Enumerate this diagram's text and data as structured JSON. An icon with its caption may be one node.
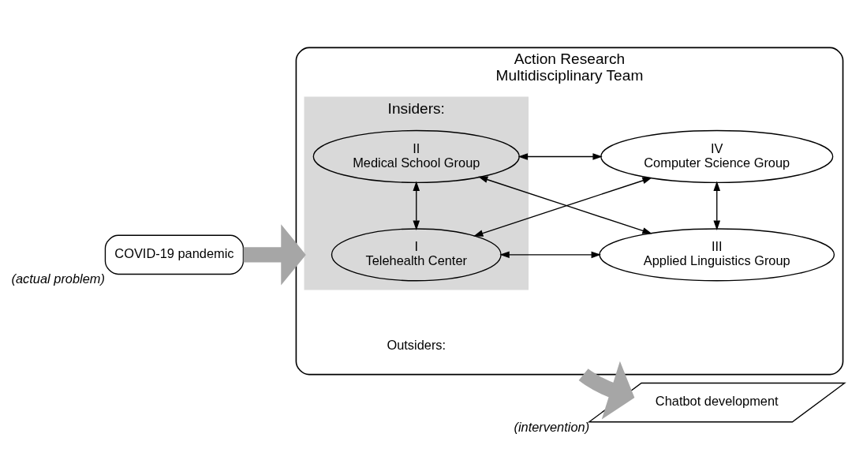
{
  "diagram": {
    "nodes": [
      {
        "text": [
          "COVID-19 pandemic"
        ],
        "beside": [
          "(actual problem)"
        ]
      },
      {
        "text": [
          "Action Research",
          "Multidisciplinary Team"
        ]
      },
      {
        "text": [
          "Insiders:"
        ],
        "in": 1
      },
      {
        "text": [
          "I",
          "Telehealth Center"
        ],
        "in": 2
      },
      {
        "text": [
          "II",
          "Medical School Group"
        ],
        "in": 2
      },
      {
        "text": [
          "III",
          "Applied Linguistics Group"
        ],
        "in": 1
      },
      {
        "text": [
          "IV",
          "Computer Science Group"
        ],
        "in": 1
      },
      {
        "text": [
          "Chatbot development"
        ],
        "beside": [
          "(intervention)"
        ]
      }
    ],
    "edges": [
      {
        "from": 0,
        "to": 1,
        "arrow": "to",
        "style": "thick",
        "color": "#a6a6a6"
      },
      {
        "from": 3,
        "to": 5,
        "arrow": "both"
      },
      {
        "from": 3,
        "to": 4,
        "arrow": "both"
      },
      {
        "from": 3,
        "to": 6,
        "arrow": "both"
      },
      {
        "from": 4,
        "to": 5,
        "arrow": "both"
      },
      {
        "from": 5,
        "to": 6,
        "arrow": "both"
      },
      {
        "from": 4,
        "to": 6,
        "arrow": "both"
      },
      {
        "from": 1,
        "to": 7,
        "arrow": "to",
        "style": "thick",
        "color": "#a6a6a6"
      }
    ],
    "labels": [
      "Outsiders:"
    ]
  }
}
